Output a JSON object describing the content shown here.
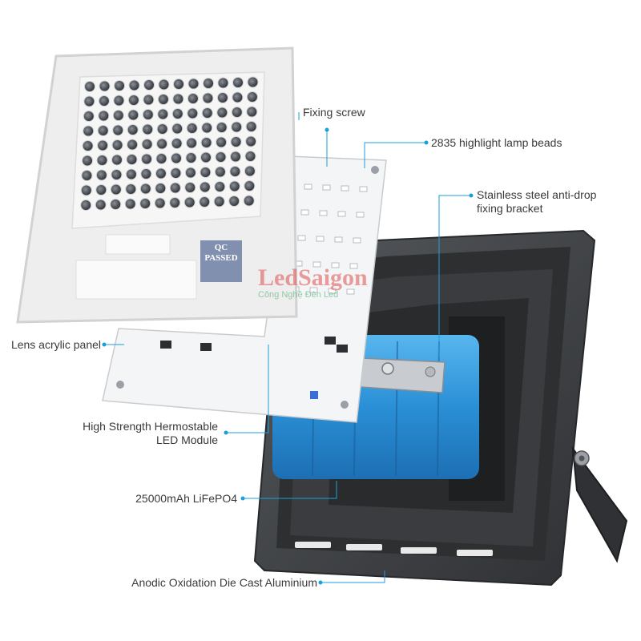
{
  "callouts": {
    "fixing_screw": "Fixing screw",
    "lamp_beads": "2835 highlight lamp beads",
    "bracket_line1": "Stainless steel anti-drop",
    "bracket_line2": "fixing bracket",
    "lens_panel": "Lens acrylic panel",
    "led_module_line1": "High Strength Hermostable",
    "led_module_line2": "LED Module",
    "battery": "25000mAh LiFePO4",
    "housing": "Anodic Oxidation Die Cast Aluminium"
  },
  "product_marks": {
    "qc_sticker_line1": "QC",
    "qc_sticker_line2": "PASSED",
    "watermark_brand": "LedSaigon",
    "watermark_tagline": "Công Nghệ Đèn Led"
  },
  "colors": {
    "callout_dot": "#1aa0d8",
    "housing": "#3b3d40",
    "battery": "#2a8fd6",
    "lens": "#eeeeee",
    "pcb": "#f4f5f7",
    "text": "#3a3a3a"
  }
}
